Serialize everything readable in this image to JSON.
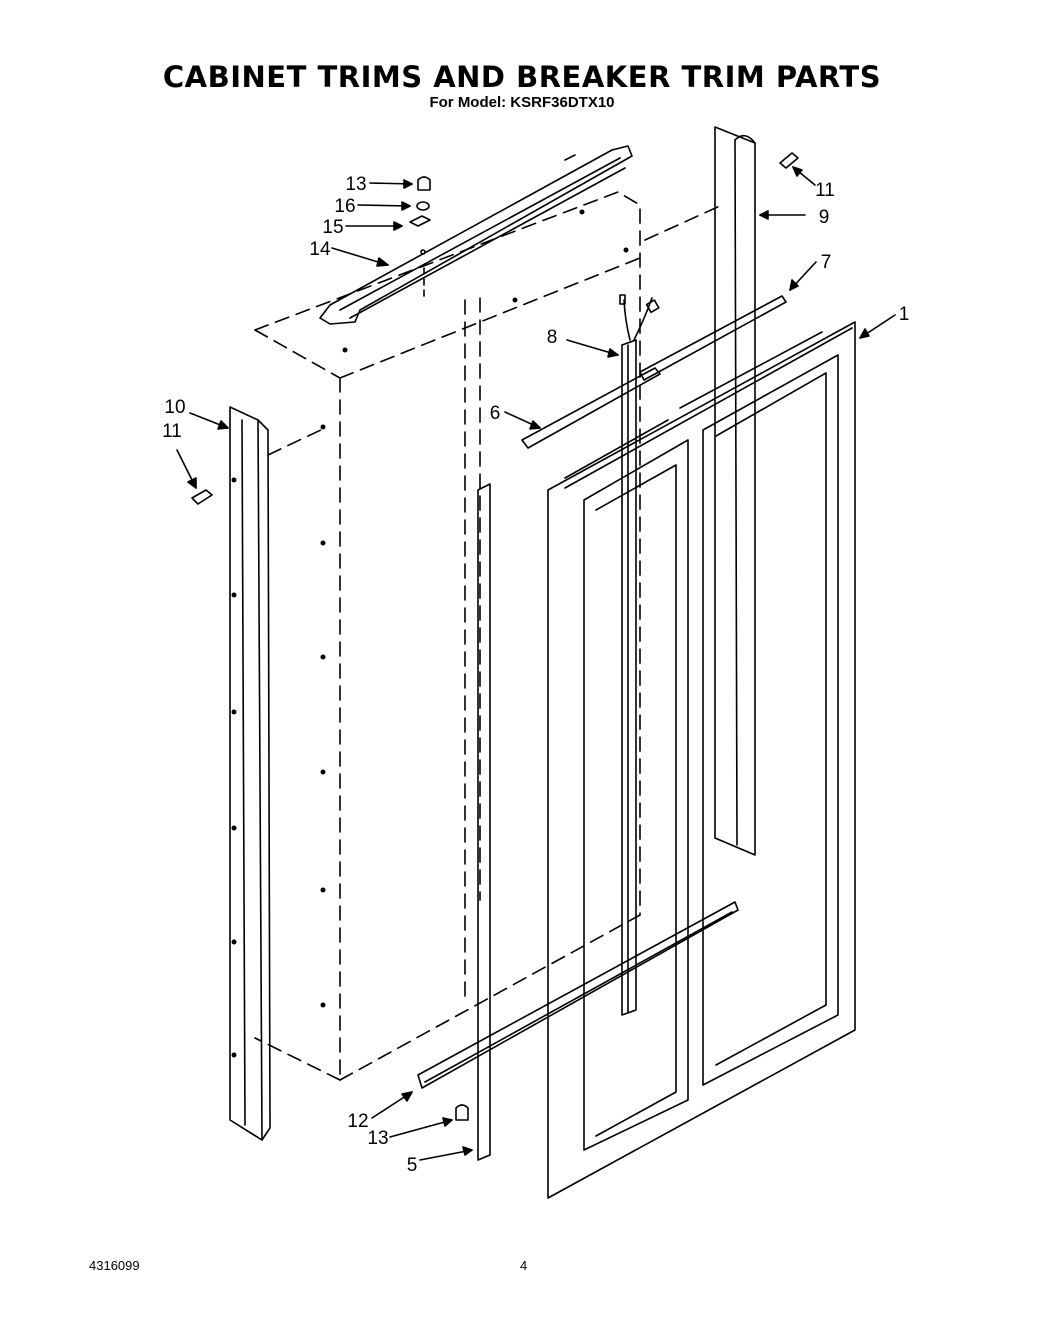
{
  "header": {
    "title": "CABINET TRIMS AND BREAKER TRIM PARTS",
    "subtitle": "For Model: KSRF36DTX10"
  },
  "callouts": [
    "1",
    "5",
    "6",
    "7",
    "8",
    "9",
    "10",
    "11",
    "11",
    "12",
    "13",
    "13",
    "14",
    "15",
    "16"
  ],
  "footer": {
    "doc_number": "4316099",
    "page_number": "4"
  }
}
